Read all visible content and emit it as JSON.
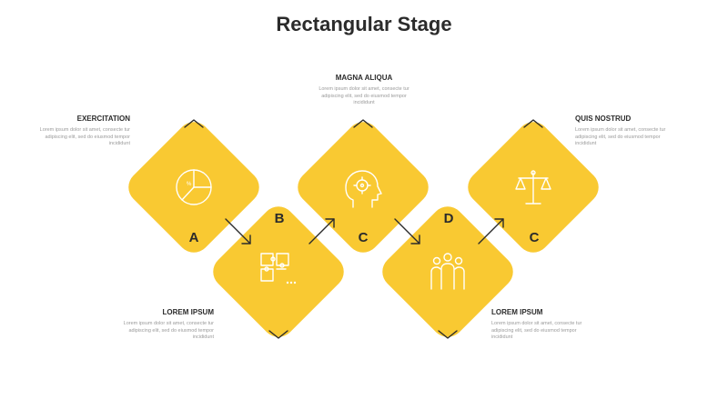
{
  "title": "Rectangular Stage",
  "stages": [
    {
      "letter": "A",
      "icon": "pie-chart-icon"
    },
    {
      "letter": "B",
      "icon": "puzzle-icon"
    },
    {
      "letter": "C",
      "icon": "head-target-icon"
    },
    {
      "letter": "D",
      "icon": "team-icon"
    },
    {
      "letter": "C",
      "icon": "scales-icon"
    }
  ],
  "captions": {
    "exercitation": {
      "heading": "EXERCITATION",
      "body": "Lorem ipsum dolor sit amet, consecte tur adipiscing elit, sed do eiusmod tempor incididunt"
    },
    "magna": {
      "heading": "MAGNA ALIQUA",
      "body": "Lorem ipsum dolor sit amet, consecte tur adipiscing elit, sed do eiusmod tempor incididunt"
    },
    "quis": {
      "heading": "QUIS NOSTRUD",
      "body": "Lorem ipsum dolor sit amet, consecte tur adipiscing elit, sed do eiusmod tempor incididunt"
    },
    "lorem_left": {
      "heading": "LOREM IPSUM",
      "body": "Lorem ipsum dolor sit amet, consecte tur adipiscing elit, sed do eiusmod tempor incididunt"
    },
    "lorem_right": {
      "heading": "LOREM IPSUM",
      "body": "Lorem ipsum dolor sit amet, consecte tur adipiscing elit, sed do eiusmod tempor incididunt"
    }
  },
  "colors": {
    "accent": "#f9c932",
    "text": "#2b2b2b",
    "muted": "#9a9a9a"
  }
}
